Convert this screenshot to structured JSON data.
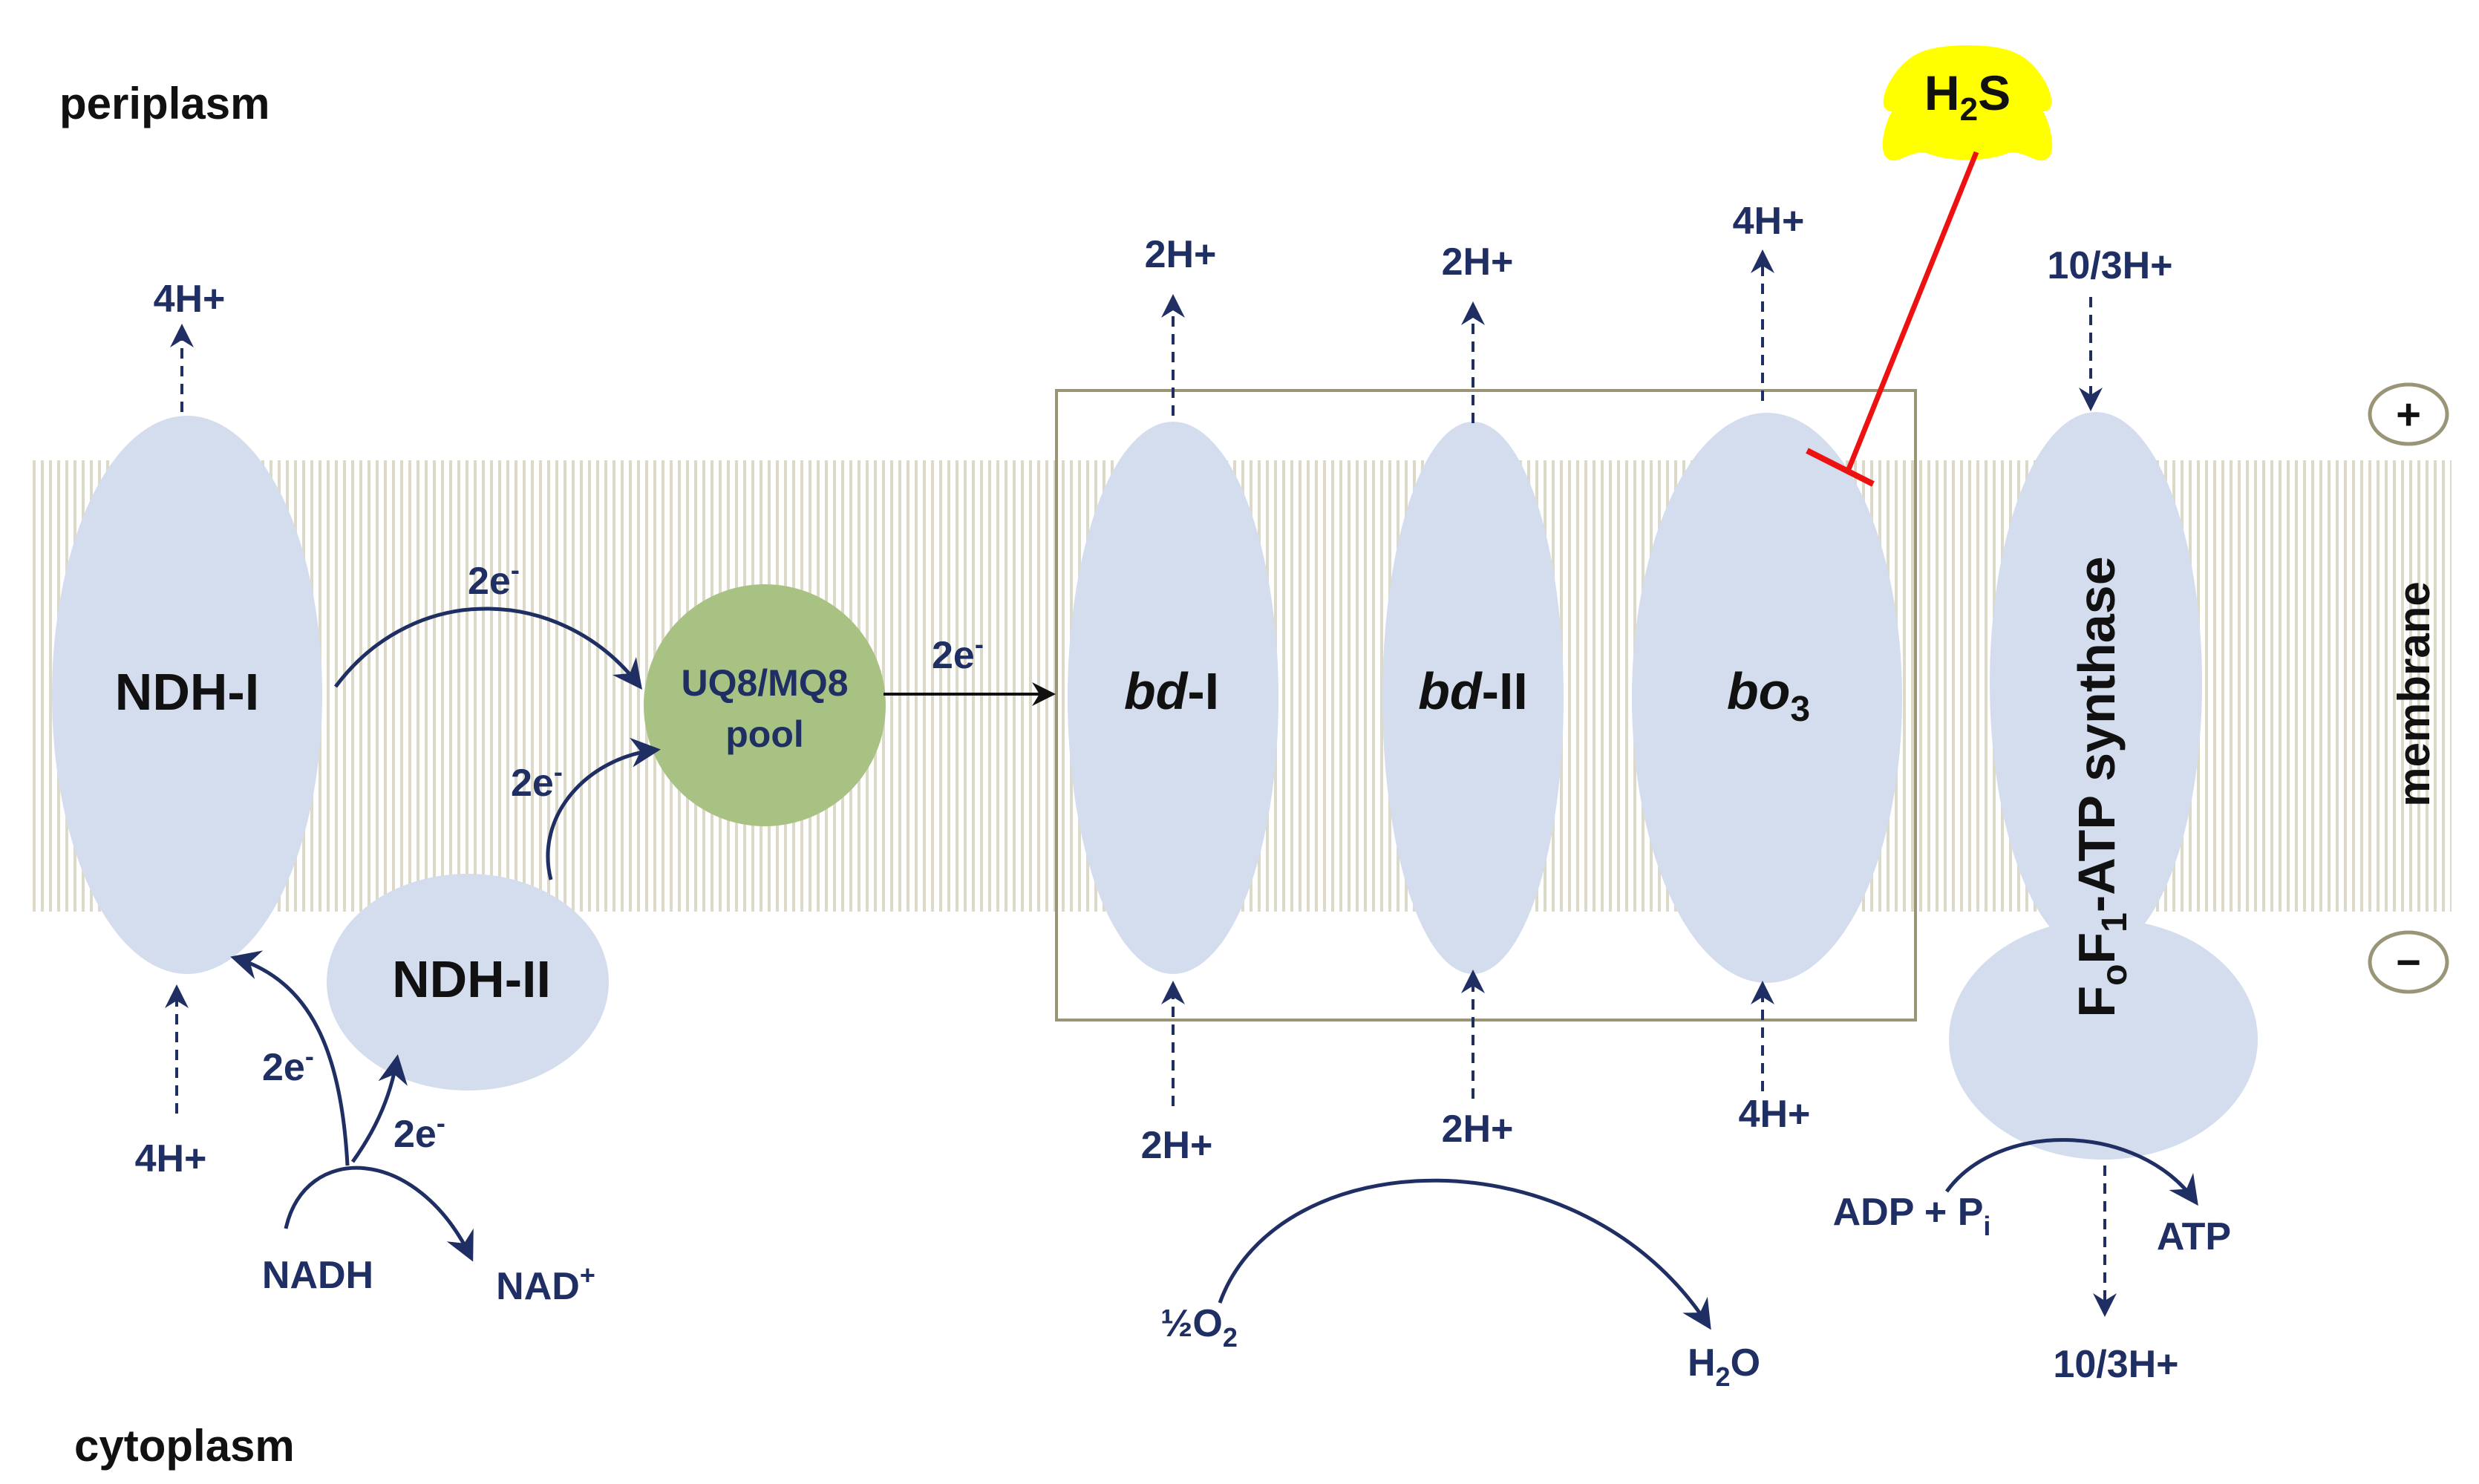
{
  "compartments": {
    "top": "periplasm",
    "bottom": "cytoplasm",
    "layer": "membrane",
    "positive_sign": "+",
    "negative_sign": "−"
  },
  "complexes": {
    "ndh1": "NDH-I",
    "ndh2": "NDH-II",
    "pool_line1": "UQ8/MQ8",
    "pool_line2": "pool",
    "bd1_italic": "bd",
    "bd1_suffix": "-I",
    "bd2_italic": "bd",
    "bd2_suffix": "-II",
    "bo3_italic": "bo",
    "bo3_sub": "3",
    "atp_f": "F",
    "atp_o": "o",
    "atp_f1": "F",
    "atp_one": "1",
    "atp_rest": "-ATP synthase"
  },
  "inhibitor": {
    "h": "H",
    "sub": "2",
    "s": "S"
  },
  "electrons": {
    "base": "2e",
    "sup": "-"
  },
  "protons": {
    "ndh1_out": "4H+",
    "ndh1_in": "4H+",
    "bd1_out": "2H+",
    "bd1_in": "2H+",
    "bd2_out": "2H+",
    "bd2_in": "2H+",
    "bo3_out": "4H+",
    "bo3_in": "4H+",
    "atp_out": "10/3H+",
    "atp_in": "10/3H+"
  },
  "substrates": {
    "nadh": "NADH",
    "nad_base": "NAD",
    "nad_sup": "+",
    "half": "½O",
    "half_sub": "2",
    "water_h": "H",
    "water_sub": "2",
    "water_o": "O",
    "adp_base": "ADP + P",
    "adp_sub": "i",
    "atp": "ATP"
  },
  "colors": {
    "complex_fill": "#d4dded",
    "pool_fill": "#a8c284",
    "inhibitor_fill": "#ffff00",
    "inhibitor_line": "#ee1111",
    "text": "#1f2f63",
    "box_stroke": "#9a9577",
    "membrane_stripe": "#ddd9c8"
  }
}
